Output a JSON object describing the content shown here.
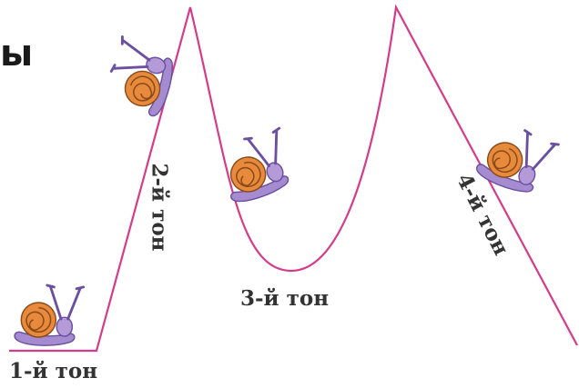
{
  "heading_fragment": "ы",
  "curve_color": "#d63a8a",
  "snail_shell_color": "#e88a3c",
  "snail_body_color": "#a58bd0",
  "tones": [
    {
      "label": "1-й тон"
    },
    {
      "label": "2-й тон"
    },
    {
      "label": "3-й тон"
    },
    {
      "label": "4-й тон"
    }
  ],
  "snails": [
    {
      "icon": "snail-icon"
    },
    {
      "icon": "snail-icon"
    },
    {
      "icon": "snail-icon"
    },
    {
      "icon": "snail-icon"
    }
  ]
}
